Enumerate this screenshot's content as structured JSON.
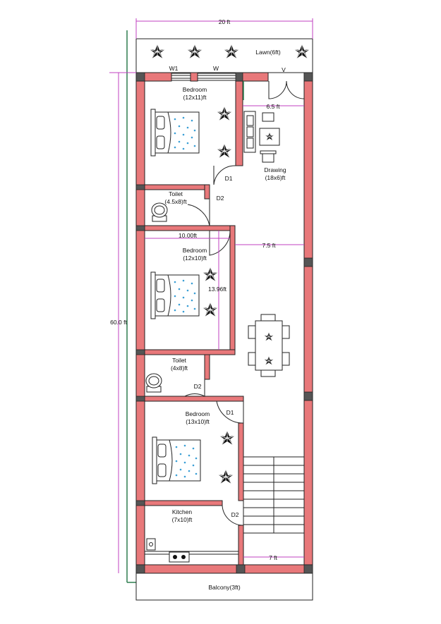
{
  "labels": {
    "top_width": "20 ft",
    "total_length": "60.0 ft",
    "lawn": "Lawn(6ft)",
    "window_w1": "W1",
    "window_w": "W",
    "ventilator_v": "V",
    "dim_6_5": "6.5 ft",
    "dim_10": "10.00ft",
    "dim_7_5": "7.5 ft",
    "dim_13_96": "13.96ft",
    "dim_7": "7 ft",
    "balcony": "Balcony(3ft)"
  },
  "rooms": {
    "bedroom1": {
      "name": "Bedroom",
      "size": "(12x11)ft"
    },
    "drawing": {
      "name": "Drawing",
      "size": "(18x6)ft"
    },
    "toilet1": {
      "name": "Toilet",
      "size": "(4.5x8)ft"
    },
    "bedroom2": {
      "name": "Bedroom",
      "size": "(12x10)ft"
    },
    "toilet2": {
      "name": "Toilet",
      "size": "(4x8)ft"
    },
    "bedroom3": {
      "name": "Bedroom",
      "size": "(13x10)ft"
    },
    "kitchen": {
      "name": "Kitchen",
      "size": "(7x10)ft"
    }
  },
  "doors": {
    "d1_top": "D1",
    "d2_top": "D2",
    "d2_mid": "D2",
    "d1_bottom": "D1",
    "d2_kitchen": "D2"
  },
  "colors": {
    "wall": "#e8787a",
    "column": "#555555",
    "dimension": "#c040c0",
    "dimension_main": "#2e7d4f",
    "bed_dots": "#3a9fd6"
  },
  "icons": [
    "plant-icon",
    "bed-icon",
    "toilet-icon",
    "sofa-icon",
    "chair-icon",
    "dining-table-icon",
    "sink-icon",
    "stove-icon",
    "staircase-icon"
  ]
}
